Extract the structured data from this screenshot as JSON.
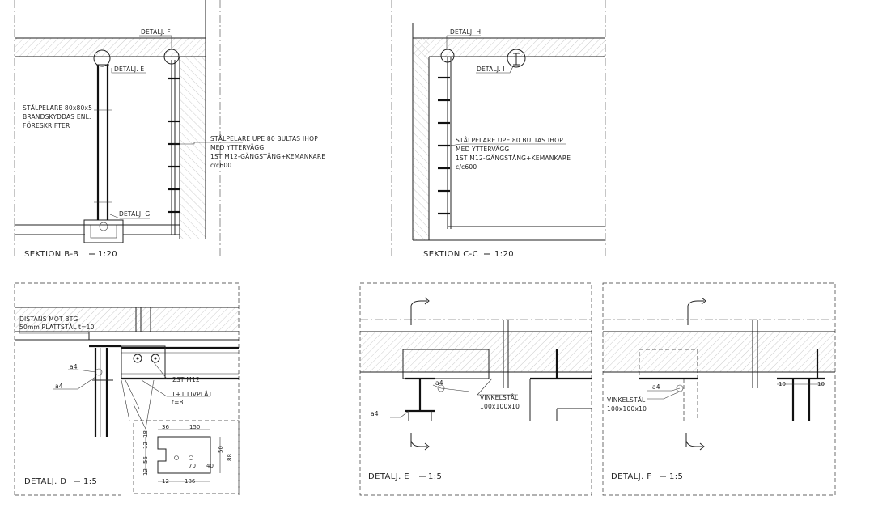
{
  "section_bb": {
    "title": "SEKTION B-B",
    "scale": "1:20",
    "detail_f": "DETALJ. F",
    "detail_e": "DETALJ. E",
    "detail_g": "DETALJ. G",
    "column_note": [
      "STÅLPELARE 80x80x5",
      "BRANDSKYDDAS ENL.",
      "FÖRESKRIFTER"
    ],
    "wall_note": [
      "STÅLPELARE UPE 80 BULTAS IHOP",
      "MED YTTERVÄGG",
      "1ST M12-GÄNGSTÅNG+KEMANKARE",
      "c/c600"
    ]
  },
  "section_cc": {
    "title": "SEKTION C-C",
    "scale": "1:20",
    "detail_h": "DETALJ. H",
    "detail_i": "DETALJ. I",
    "wall_note": [
      "STÅLPELARE UPE 80 BULTAS IHOP",
      "MED YTTERVÄGG",
      "1ST M12-GÄNGSTÅNG+KEMANKARE",
      "c/c600"
    ]
  },
  "detail_d": {
    "title": "DETALJ. D",
    "scale": "1:5",
    "distance_note": [
      "DISTANS MOT BTG",
      "50mm PLATTSTÅL t=10"
    ],
    "weld_a": "a4",
    "weld_b": "a4",
    "bolt_note": "2ST M12",
    "plate_note": [
      "1+1 LIVPLÅT",
      "t=8"
    ],
    "dims": {
      "d36": "36",
      "d150": "150",
      "d18": "18",
      "d12a": "12",
      "d56": "56",
      "d12b": "12",
      "d50": "50",
      "d88": "88",
      "d70": "70",
      "d40": "40",
      "d12c": "12",
      "d186": "186"
    }
  },
  "detail_e": {
    "title": "DETALJ. E",
    "scale": "1:5",
    "weld_a": "a4",
    "weld_b": "a4",
    "angle_note": [
      "VINKELSTÅL",
      "100x100x10"
    ]
  },
  "detail_f": {
    "title": "DETALJ. F",
    "scale": "1:5",
    "weld": "a4",
    "angle_note": [
      "VINKELSTÅL",
      "100x100x10"
    ],
    "dim_a": "10",
    "dim_b": "10"
  }
}
